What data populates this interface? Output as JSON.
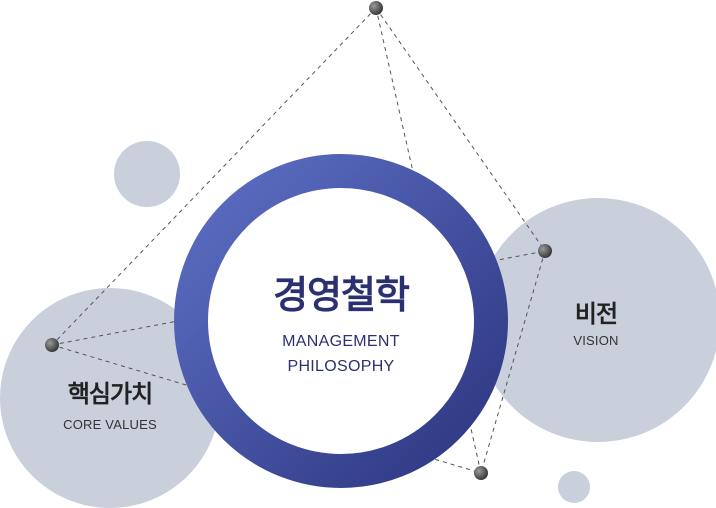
{
  "center": {
    "title_ko": "경영철학",
    "title_en_line1": "MANAGEMENT",
    "title_en_line2": "PHILOSOPHY"
  },
  "left": {
    "title_ko": "핵심가치",
    "title_en": "CORE VALUES"
  },
  "right": {
    "title_ko": "비전",
    "title_en": "VISION"
  },
  "colors": {
    "ring_dark": "#2d3680",
    "ring_light": "#5d6fc4",
    "bubble": "#c9d0db",
    "dot": "#4a4a4a",
    "line": "#555555",
    "text_center": "#2b3170",
    "text_dark": "#222222",
    "text_sub": "#333333"
  }
}
